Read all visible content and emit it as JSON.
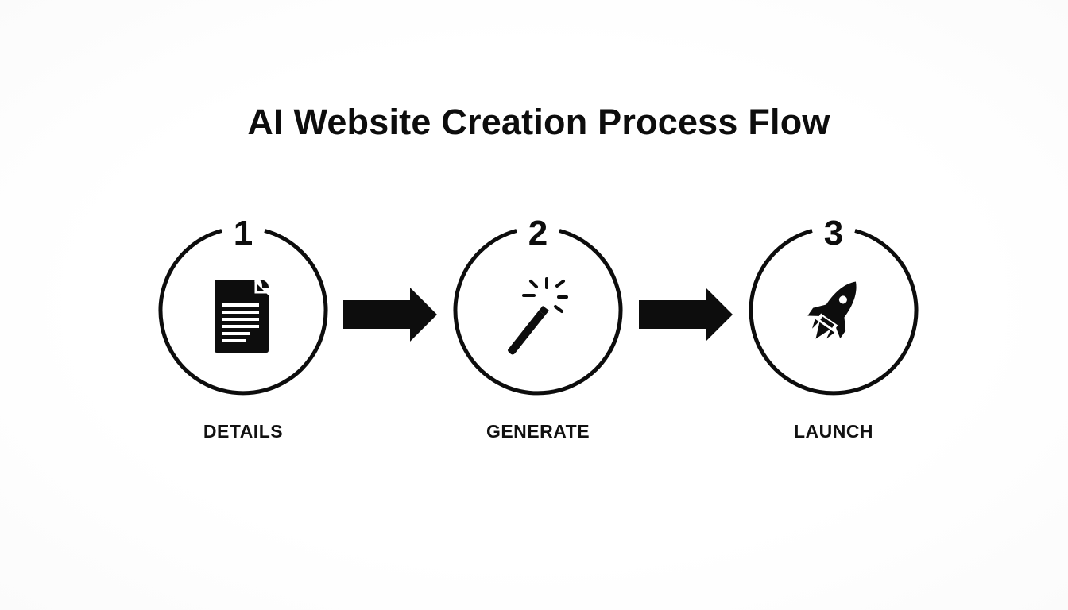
{
  "title": "AI Website Creation Process Flow",
  "steps": [
    {
      "number": "1",
      "label": "DETAILS",
      "icon": "document-icon"
    },
    {
      "number": "2",
      "label": "GENERATE",
      "icon": "magic-wand-icon"
    },
    {
      "number": "3",
      "label": "LAUNCH",
      "icon": "rocket-icon"
    }
  ],
  "colors": {
    "stroke": "#0d0d0d",
    "background": "#ffffff"
  }
}
